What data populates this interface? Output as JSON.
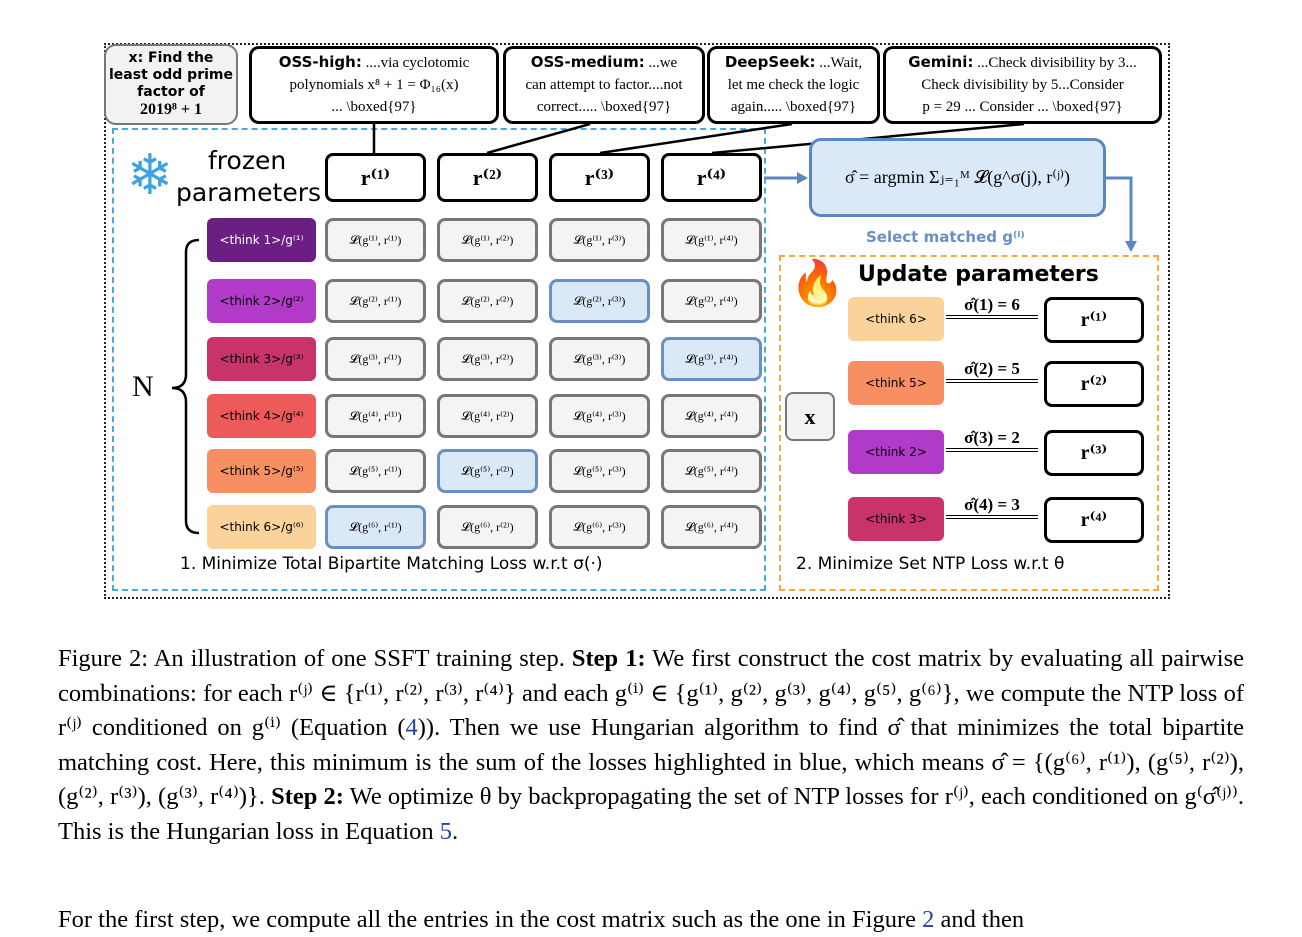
{
  "question": {
    "line1": "x: Find the",
    "line2": "least odd prime",
    "line3": "factor of",
    "line4": "2019⁸ + 1"
  },
  "models": [
    {
      "name": "OSS-high:",
      "line1": " ....via cyclotomic",
      "line2": "polynomials x⁸ + 1 = Φ₁₆(x)",
      "line3": "... \\boxed{97}"
    },
    {
      "name": "OSS-medium:",
      "line1": " ...we",
      "line2": "can attempt to factor....not",
      "line3": "correct..... \\boxed{97}"
    },
    {
      "name": "DeepSeek:",
      "line1": " ...Wait,",
      "line2": "let me check the logic",
      "line3": "again..... \\boxed{97}"
    },
    {
      "name": "Gemini:",
      "line1": " ...Check divisibility by 3...",
      "line2": "Check divisibility by 5...Consider",
      "line3": "p = 29 ... Consider ... \\boxed{97}"
    }
  ],
  "frozen": {
    "line1": "frozen",
    "line2": "parameters"
  },
  "responses": [
    "r⁽¹⁾",
    "r⁽²⁾",
    "r⁽³⁾",
    "r⁽⁴⁾"
  ],
  "think_labels": [
    "<think 1>/g⁽¹⁾",
    "<think 2>/g⁽²⁾",
    "<think 3>/g⁽³⁾",
    "<think 4>/g⁽⁴⁾",
    "<think 5>/g⁽⁵⁾",
    "<think 6>/g⁽⁶⁾"
  ],
  "think_colors": [
    "#6b1f82",
    "#b13ac8",
    "#c8336a",
    "#ec5a59",
    "#f88f63",
    "#fbd29b"
  ],
  "n_label": "N",
  "matrix": [
    [
      "𝓛(g⁽¹⁾, r⁽¹⁾)",
      "𝓛(g⁽¹⁾, r⁽²⁾)",
      "𝓛(g⁽¹⁾, r⁽³⁾)",
      "𝓛(g⁽¹⁾, r⁽⁴⁾)"
    ],
    [
      "𝓛(g⁽²⁾, r⁽¹⁾)",
      "𝓛(g⁽²⁾, r⁽²⁾)",
      "𝓛(g⁽²⁾, r⁽³⁾)",
      "𝓛(g⁽²⁾, r⁽⁴⁾)"
    ],
    [
      "𝓛(g⁽³⁾, r⁽¹⁾)",
      "𝓛(g⁽³⁾, r⁽²⁾)",
      "𝓛(g⁽³⁾, r⁽³⁾)",
      "𝓛(g⁽³⁾, r⁽⁴⁾)"
    ],
    [
      "𝓛(g⁽⁴⁾, r⁽¹⁾)",
      "𝓛(g⁽⁴⁾, r⁽²⁾)",
      "𝓛(g⁽⁴⁾, r⁽³⁾)",
      "𝓛(g⁽⁴⁾, r⁽⁴⁾)"
    ],
    [
      "𝓛(g⁽⁵⁾, r⁽¹⁾)",
      "𝓛(g⁽⁵⁾, r⁽²⁾)",
      "𝓛(g⁽⁵⁾, r⁽³⁾)",
      "𝓛(g⁽⁵⁾, r⁽⁴⁾)"
    ],
    [
      "𝓛(g⁽⁶⁾, r⁽¹⁾)",
      "𝓛(g⁽⁶⁾, r⁽²⁾)",
      "𝓛(g⁽⁶⁾, r⁽³⁾)",
      "𝓛(g⁽⁶⁾, r⁽⁴⁾)"
    ]
  ],
  "highlighted": [
    [
      1,
      2
    ],
    [
      2,
      3
    ],
    [
      4,
      1
    ],
    [
      5,
      0
    ]
  ],
  "sigma_formula": "σ̂ = argmin Σⱼ₌₁ᴹ 𝓛(g^σ(j), r⁽ʲ⁾)",
  "select_label": "Select matched g⁽ⁱ⁾",
  "update_label": "Update parameters",
  "x_label": "x",
  "assignments": [
    {
      "think": "<think 6>",
      "sigma": "σ̂(1) = 6",
      "r": "r⁽¹⁾",
      "color": "#fbd29b"
    },
    {
      "think": "<think 5>",
      "sigma": "σ̂(2) = 5",
      "r": "r⁽²⁾",
      "color": "#f88f63"
    },
    {
      "think": "<think 2>",
      "sigma": "σ̂(3) = 2",
      "r": "r⁽³⁾",
      "color": "#b13ac8"
    },
    {
      "think": "<think 3>",
      "sigma": "σ̂(4) = 3",
      "r": "r⁽⁴⁾",
      "color": "#c8336a"
    }
  ],
  "step1_label": "1. Minimize Total Bipartite Matching Loss w.r.t σ(·)",
  "step2_label": "2. Minimize Set NTP Loss w.r.t θ",
  "caption": {
    "fig": "Figure 2:  An illustration of one SSFT training step. ",
    "step1": "Step 1:",
    "text1": " We first construct the cost matrix by evaluating all pairwise combinations:  for each r⁽ʲ⁾ ∈ {r⁽¹⁾, r⁽²⁾, r⁽³⁾, r⁽⁴⁾} and each g⁽ⁱ⁾ ∈ {g⁽¹⁾, g⁽²⁾, g⁽³⁾, g⁽⁴⁾, g⁽⁵⁾, g⁽⁶⁾}, we compute the NTP loss of r⁽ʲ⁾ conditioned on g⁽ⁱ⁾ (Equation (",
    "ref4": "4",
    "text2": ")).  Then we use Hungarian algorithm to find σ̂ that minimizes the total bipartite matching cost.  Here, this minimum is the sum of the losses highlighted in blue, which means σ̂ = {(g⁽⁶⁾, r⁽¹⁾), (g⁽⁵⁾, r⁽²⁾), (g⁽²⁾, r⁽³⁾), (g⁽³⁾, r⁽⁴⁾)}. ",
    "step2": "Step 2:",
    "text3": " We optimize θ by backpropagating the set of NTP losses for r⁽ʲ⁾, each conditioned on g⁽σ̂⁽ʲ⁾⁾. This is the Hungarian loss in Equation ",
    "ref5": "5",
    "text4": "."
  },
  "bottom_line": {
    "text1": "For the first step, we compute all the entries in the cost matrix such as the one in Figure ",
    "ref": "2",
    "text2": " and then"
  }
}
